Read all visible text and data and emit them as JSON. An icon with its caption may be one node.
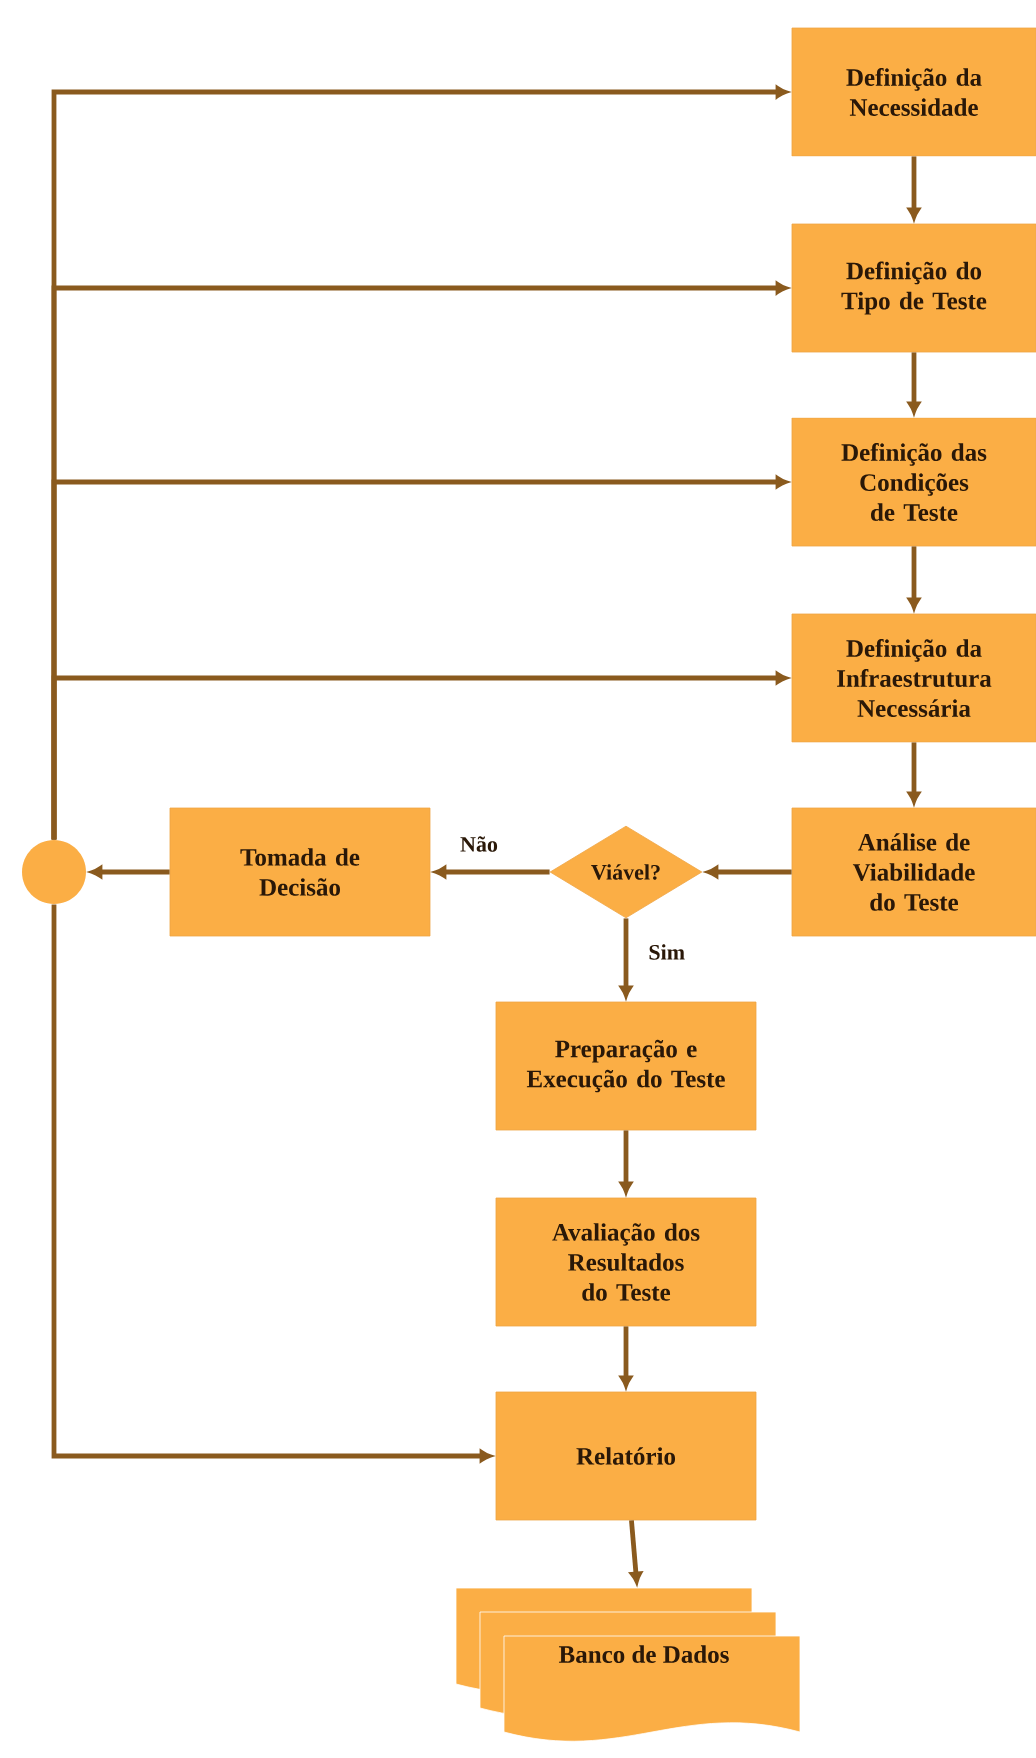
{
  "diagram": {
    "nodes": [
      {
        "text": [
          "Definição da Necessidade"
        ]
      },
      {
        "text": [
          "Definição do Tipo de Teste"
        ]
      },
      {
        "text": [
          "Definição das Condições de Teste"
        ]
      },
      {
        "text": [
          "Definição da Infraestrutura Necessária"
        ]
      },
      {
        "text": [
          "Análise de Viabilidade do Teste"
        ]
      },
      {
        "text": [
          "Viável?"
        ]
      },
      {
        "text": [
          "Tomada de Decisão"
        ]
      },
      {
        "text": [],
        "shape": "circle"
      },
      {
        "text": [
          "Preparação e Execução do Teste"
        ]
      },
      {
        "text": [
          "Avaliação dos Resultados do Teste"
        ]
      },
      {
        "text": [
          "Relatório"
        ]
      },
      {
        "text": [
          "Banco de Dados"
        ]
      }
    ],
    "edges": [
      {
        "from": 0,
        "to": 1,
        "arrow": "to"
      },
      {
        "from": 1,
        "to": 2,
        "arrow": "to"
      },
      {
        "from": 2,
        "to": 3,
        "arrow": "to"
      },
      {
        "from": 3,
        "to": 4,
        "arrow": "to"
      },
      {
        "from": 4,
        "to": 5,
        "arrow": "to"
      },
      {
        "from": 5,
        "to": 6,
        "arrow": "to",
        "label": "Não"
      },
      {
        "from": 5,
        "to": 8,
        "arrow": "to",
        "label": "Sim"
      },
      {
        "from": 6,
        "to": 7,
        "arrow": "to"
      },
      {
        "from": 8,
        "to": 9,
        "arrow": "to"
      },
      {
        "from": 9,
        "to": 10,
        "arrow": "to"
      },
      {
        "from": 10,
        "to": 11,
        "arrow": "to"
      },
      {
        "from": 7,
        "to": 0,
        "arrow": "to"
      },
      {
        "from": 7,
        "to": 1,
        "arrow": "to"
      },
      {
        "from": 7,
        "to": 2,
        "arrow": "to"
      },
      {
        "from": 7,
        "to": 3,
        "arrow": "to"
      },
      {
        "from": 7,
        "to": 10,
        "arrow": "to"
      }
    ]
  }
}
